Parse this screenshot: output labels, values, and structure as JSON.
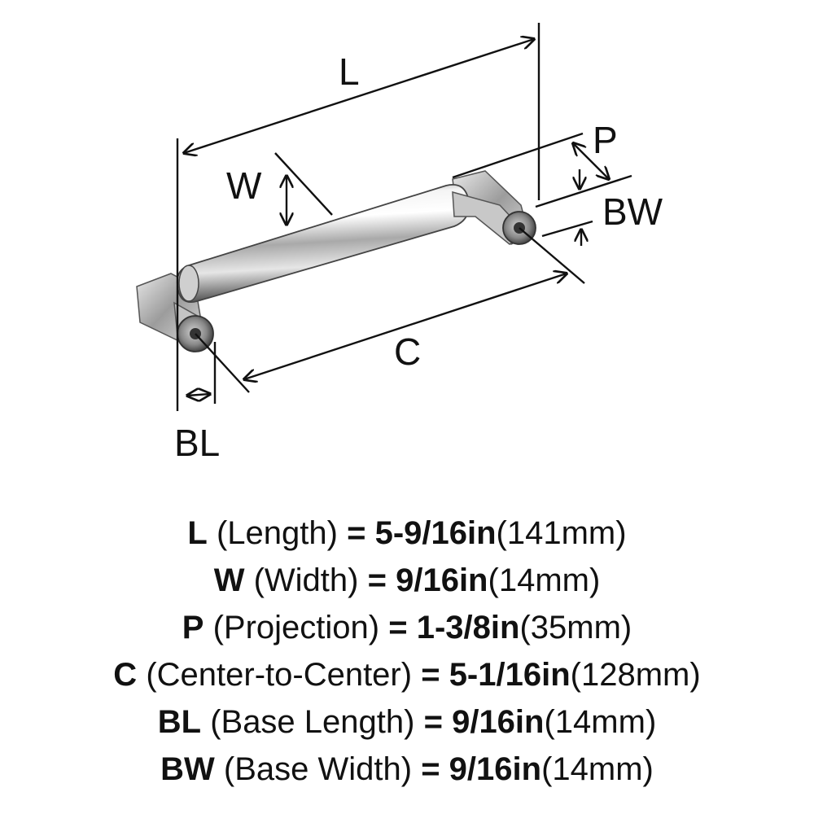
{
  "diagram": {
    "labels": {
      "L": "L",
      "W": "W",
      "P": "P",
      "BW": "BW",
      "C": "C",
      "BL": "BL"
    }
  },
  "specs": [
    {
      "abbr": "L",
      "name": "(Length)",
      "eq": "=",
      "imperial": "5-9/16in",
      "metric": "(141mm)"
    },
    {
      "abbr": "W",
      "name": "(Width)",
      "eq": "=",
      "imperial": "9/16in",
      "metric": "(14mm)"
    },
    {
      "abbr": "P",
      "name": "(Projection)",
      "eq": "=",
      "imperial": "1-3/8in",
      "metric": "(35mm)"
    },
    {
      "abbr": "C",
      "name": "(Center-to-Center)",
      "eq": "=",
      "imperial": "5-1/16in",
      "metric": "(128mm)"
    },
    {
      "abbr": "BL",
      "name": "(Base Length)",
      "eq": "=",
      "imperial": "9/16in",
      "metric": "(14mm)"
    },
    {
      "abbr": "BW",
      "name": "(Base Width)",
      "eq": "=",
      "imperial": "9/16in",
      "metric": "(14mm)"
    }
  ]
}
